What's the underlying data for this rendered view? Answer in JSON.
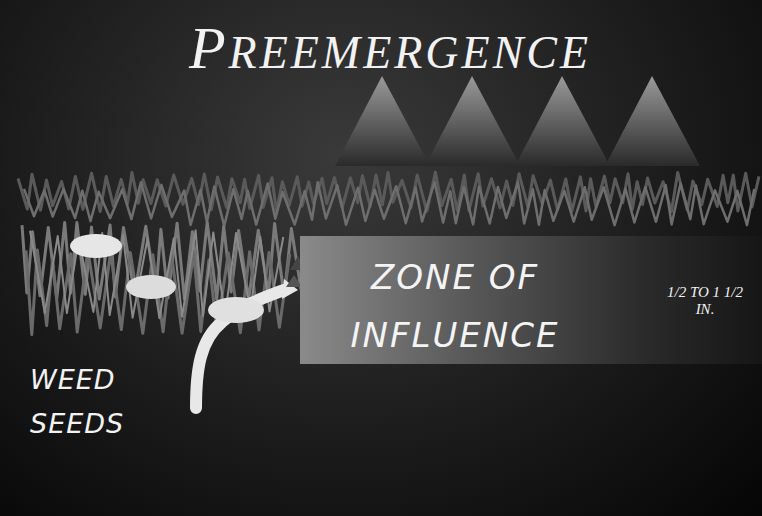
{
  "diagram": {
    "title": "PREEMERGENCE",
    "nodes": [
      {
        "text": [
          "ZONE OF INFLUENCE"
        ]
      }
    ],
    "labels": [
      "WEED SEEDS",
      "1/2 TO 1 1/2 IN."
    ]
  }
}
